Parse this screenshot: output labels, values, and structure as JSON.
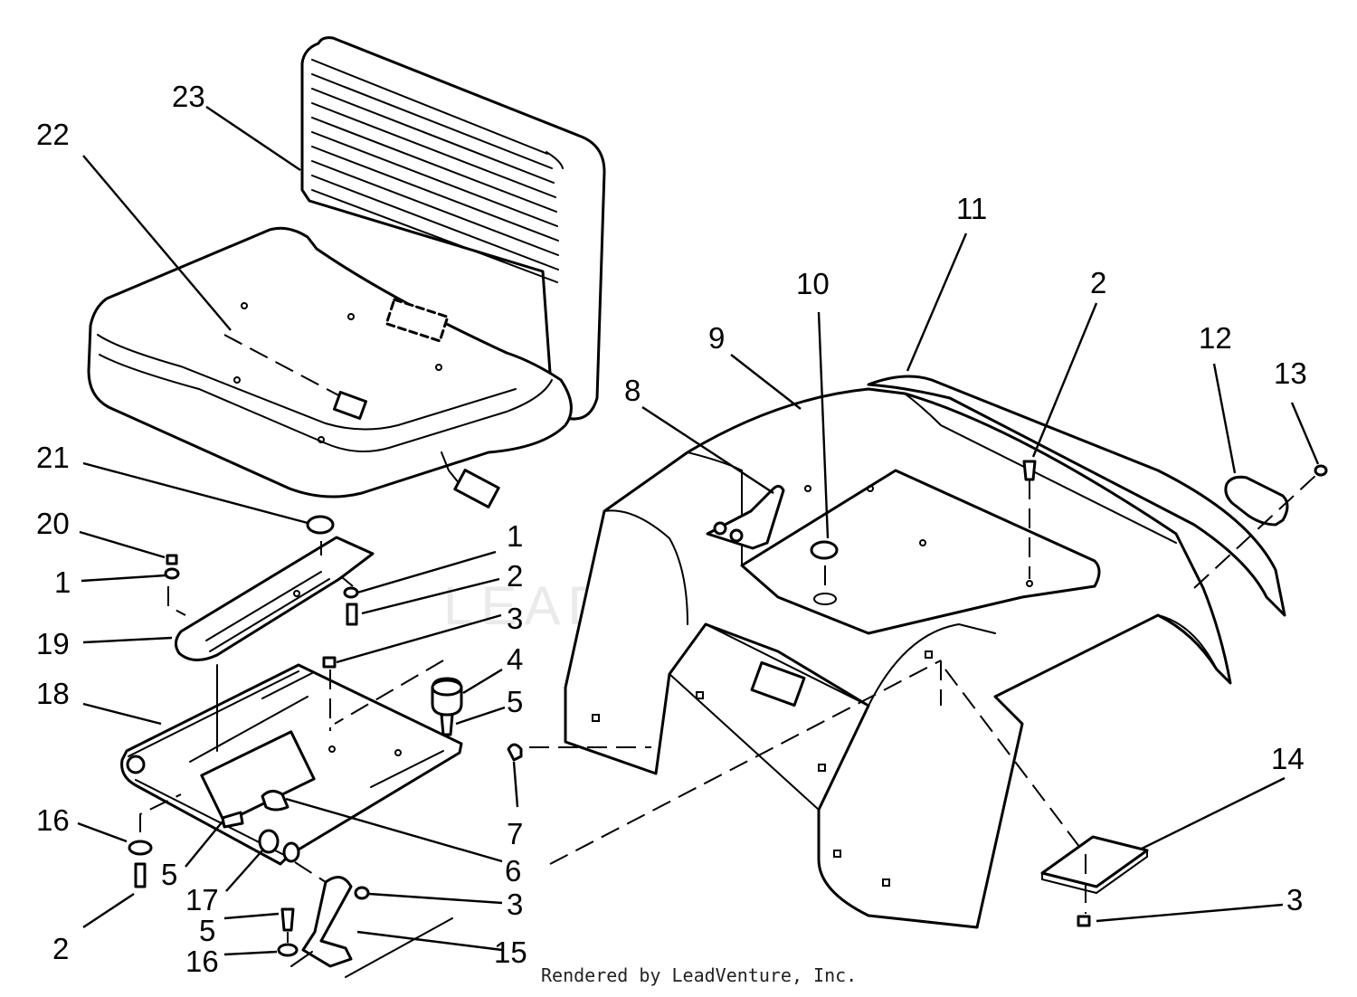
{
  "watermark": "LEADVENTURE",
  "footer_text": "Rendered by LeadVenture, Inc.",
  "colors": {
    "line": "#000000",
    "background": "#ffffff",
    "watermark": "#d9d9d9"
  },
  "callouts": [
    {
      "id": "c23",
      "label": "23"
    },
    {
      "id": "c22",
      "label": "22"
    },
    {
      "id": "c21",
      "label": "21"
    },
    {
      "id": "c20",
      "label": "20"
    },
    {
      "id": "c1a",
      "label": "1"
    },
    {
      "id": "c19",
      "label": "19"
    },
    {
      "id": "c18",
      "label": "18"
    },
    {
      "id": "c16a",
      "label": "16"
    },
    {
      "id": "c2a",
      "label": "2"
    },
    {
      "id": "c5a",
      "label": "5"
    },
    {
      "id": "c17",
      "label": "17"
    },
    {
      "id": "c5b",
      "label": "5"
    },
    {
      "id": "c16b",
      "label": "16"
    },
    {
      "id": "c1b",
      "label": "1"
    },
    {
      "id": "c2b",
      "label": "2"
    },
    {
      "id": "c3a",
      "label": "3"
    },
    {
      "id": "c4",
      "label": "4"
    },
    {
      "id": "c5c",
      "label": "5"
    },
    {
      "id": "c7",
      "label": "7"
    },
    {
      "id": "c6",
      "label": "6"
    },
    {
      "id": "c3b",
      "label": "3"
    },
    {
      "id": "c15",
      "label": "15"
    },
    {
      "id": "c8",
      "label": "8"
    },
    {
      "id": "c9",
      "label": "9"
    },
    {
      "id": "c10",
      "label": "10"
    },
    {
      "id": "c11",
      "label": "11"
    },
    {
      "id": "c2c",
      "label": "2"
    },
    {
      "id": "c12",
      "label": "12"
    },
    {
      "id": "c13",
      "label": "13"
    },
    {
      "id": "c14",
      "label": "14"
    },
    {
      "id": "c3c",
      "label": "3"
    }
  ]
}
